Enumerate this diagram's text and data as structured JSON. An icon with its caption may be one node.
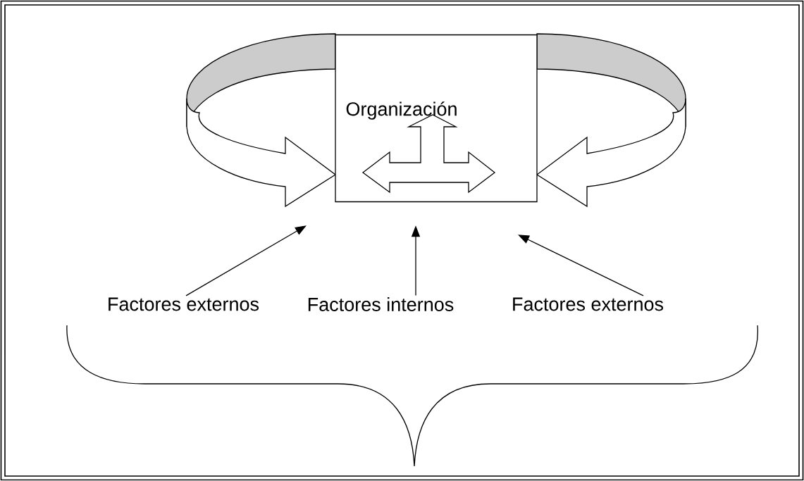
{
  "diagram": {
    "nodes": [
      {
        "text": [
          "Organización"
        ]
      },
      {
        "text": [
          "Factores externos"
        ]
      },
      {
        "text": [
          "Factores internos"
        ]
      },
      {
        "text": [
          "Factores externos"
        ]
      }
    ],
    "edges": [
      {
        "from": 1,
        "to": 0,
        "arrow": "to"
      },
      {
        "from": 2,
        "to": 0,
        "arrow": "to"
      },
      {
        "from": 3,
        "to": 0,
        "arrow": "to"
      }
    ]
  }
}
